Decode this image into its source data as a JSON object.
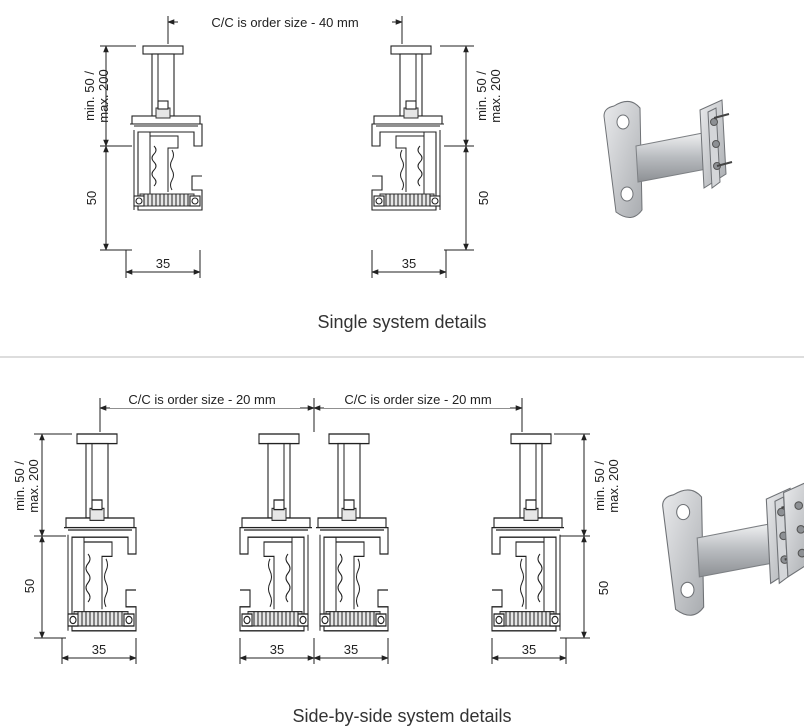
{
  "single": {
    "cc_label": "C/C is order size - 40 mm",
    "height_label_line1": "min. 50 /",
    "height_label_line2": "max. 200",
    "profile_height": "50",
    "profile_width": "35",
    "caption": "Single system details"
  },
  "side_by_side": {
    "cc_label_left": "C/C is order size - 20 mm",
    "cc_label_right": "C/C is order size - 20 mm",
    "height_label_line1": "min. 50 /",
    "height_label_line2": "max. 200",
    "profile_height": "50",
    "profile_width": "35",
    "caption": "Side-by-side system details"
  },
  "colors": {
    "line": "#222222",
    "divider": "#bbbbbb",
    "bracket": "#cfd1d4"
  }
}
